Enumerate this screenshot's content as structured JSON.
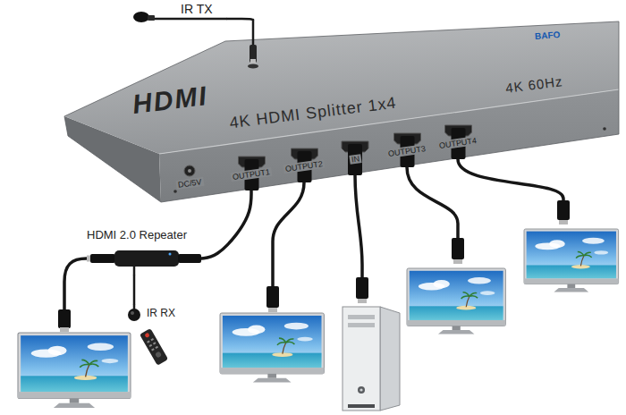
{
  "diagram": {
    "nodes": [
      {
        "text": [
          "IR TX"
        ]
      },
      {
        "text": [
          "HDMI",
          "4K HDMI Splitter 1x4",
          "4K 60Hz",
          "BAFO"
        ]
      },
      {
        "text": [
          "DC/5V"
        ],
        "in": 1
      },
      {
        "text": [
          "OUTPUT1"
        ],
        "in": 1
      },
      {
        "text": [
          "OUTPUT2"
        ],
        "in": 1
      },
      {
        "text": [
          "IN"
        ],
        "in": 1
      },
      {
        "text": [
          "OUTPUT3"
        ],
        "in": 1
      },
      {
        "text": [
          "OUTPUT4"
        ],
        "in": 1
      },
      {
        "text": [
          "HDMI 2.0 Repeater"
        ]
      },
      {
        "text": [
          "IR RX"
        ]
      }
    ],
    "edges": [
      {
        "from": 0,
        "to": 1,
        "arrow": "none"
      },
      {
        "from": 3,
        "to": 8,
        "arrow": "none"
      },
      {
        "from": 8,
        "to": 9,
        "arrow": "none"
      }
    ]
  }
}
